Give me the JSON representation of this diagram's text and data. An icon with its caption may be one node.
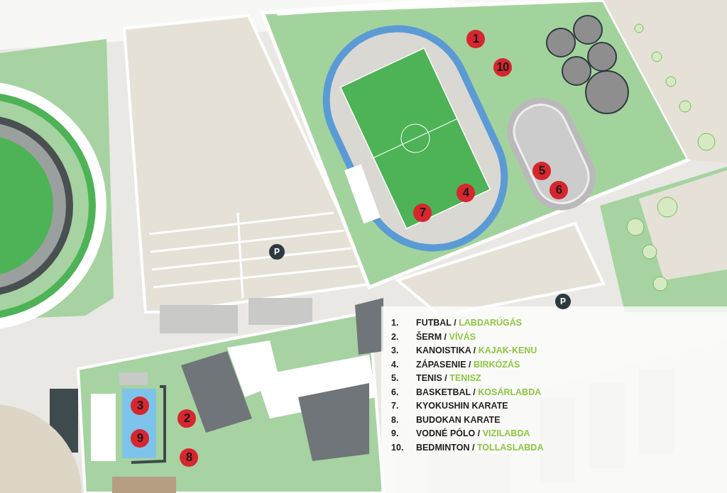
{
  "diagram": {
    "labels": [
      "1",
      "10",
      "5",
      "4",
      "6",
      "7",
      "P",
      "P",
      "3",
      "2",
      "9",
      "8",
      "1.",
      "FUTBAL /",
      "LABDARÚGÁS",
      "2.",
      "ŠERM /",
      "VÍVÁS",
      "3.",
      "KANOISTIKA /",
      "KAJAK-KENU",
      "4.",
      "ZÁPASENIE /",
      "BIRKÓZÁS",
      "5.",
      "TENIS /",
      "TENISZ",
      "6.",
      "BASKETBAL /",
      "KOSÁRLABDA",
      "7.",
      "KYOKUSHIN KARATE",
      "8.",
      "BUDOKAN KARATE",
      "9.",
      "VODNÉ PÓLO /",
      "VIZILABDA",
      "10.",
      "BEDMINTON /",
      "TOLLASLABDA"
    ]
  }
}
